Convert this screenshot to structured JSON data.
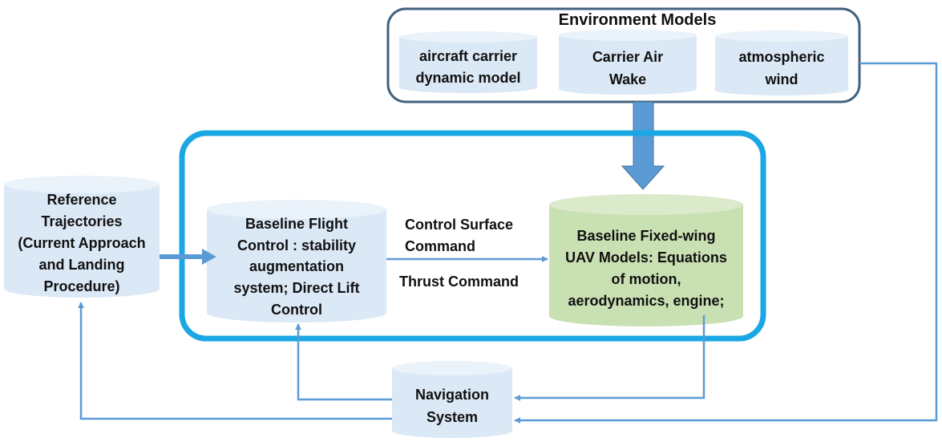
{
  "environment": {
    "title": "Environment Models",
    "models": [
      {
        "lines": [
          "aircraft carrier",
          "dynamic model"
        ]
      },
      {
        "lines": [
          "Carrier Air",
          "Wake"
        ]
      },
      {
        "lines": [
          "atmospheric",
          "wind"
        ]
      }
    ]
  },
  "reference": {
    "lines": [
      "Reference",
      "Trajectories",
      "(Current Approach",
      "and Landing",
      "Procedure)"
    ]
  },
  "flight_control": {
    "lines": [
      "Baseline Flight",
      "Control : stability",
      "augmentation",
      "system; Direct Lift",
      "Control"
    ]
  },
  "uav_model": {
    "lines": [
      "Baseline Fixed-wing",
      "UAV Models: Equations",
      "of motion,",
      "aerodynamics, engine;"
    ]
  },
  "navigation": {
    "lines": [
      "Navigation",
      "System"
    ]
  },
  "signals": {
    "control_surface": [
      "Control Surface",
      "Command"
    ],
    "thrust": "Thrust Command"
  },
  "colors": {
    "env_frame": "#41627f",
    "loop_frame": "#1aa7e4",
    "connector": "#5b9bd5",
    "cylinder_fill": "#dbe8f5",
    "cylinder_top": "#eaf2fa",
    "uav_fill": "#c9e0b3",
    "uav_top": "#dbeacb"
  }
}
